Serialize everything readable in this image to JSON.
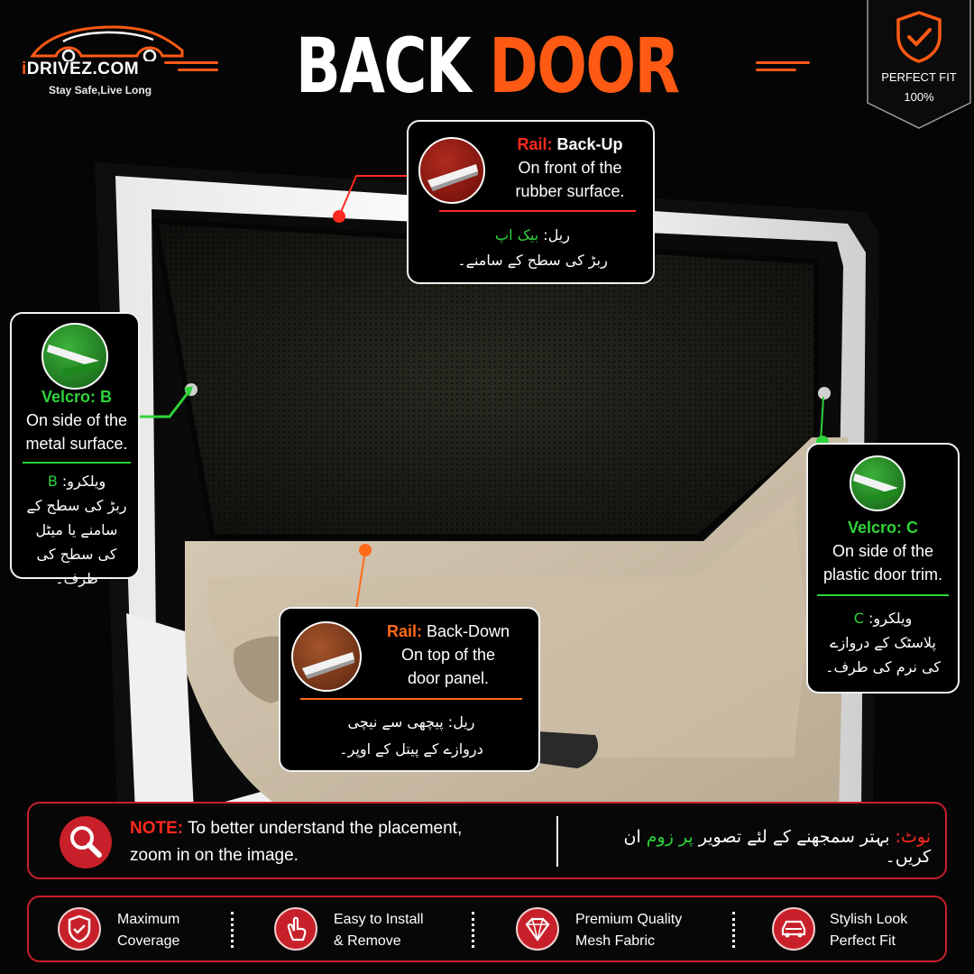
{
  "brand": {
    "name_prefix": "i",
    "name_rest": "DRIVEZ.COM",
    "tagline": "Stay Safe,Live Long"
  },
  "title": {
    "word1": "BACK",
    "word2": "DOOR"
  },
  "badge": {
    "line1": "PERFECT FIT",
    "line2": "100%",
    "icon": "shield-check-icon"
  },
  "callouts": {
    "rail_backup": {
      "label": "Rail:",
      "name": "Back-Up",
      "line1": "On front of the",
      "line2": "rubber surface.",
      "ur_prefix": "ریل:",
      "ur_highlight": "بیک اپ",
      "ur_line2": "ربڑ کی سطح کے سامنے۔"
    },
    "velcro_b": {
      "label": "Velcro: B",
      "line1": "On side of the",
      "line2": "metal surface.",
      "ur_prefix": "ویلکرو:",
      "ur_highlight": "B",
      "ur_line2": "ربڑ کی سطح کے",
      "ur_line3": "سامنے یا میٹل",
      "ur_line4": "کی سطح کی طرف۔"
    },
    "velcro_c": {
      "label": "Velcro: C",
      "line1": "On side of the",
      "line2": "plastic door trim.",
      "ur_prefix": "ویلکرو:",
      "ur_highlight": "C",
      "ur_line2": "پلاسٹک کے دروازے",
      "ur_line3": "کی نرم کی طرف۔"
    },
    "rail_backdown": {
      "label": "Rail:",
      "name": "Back-Down",
      "line1": "On top of the",
      "line2": "door panel.",
      "ur_line1": "ریل: پیچھی سے نیچی",
      "ur_line2": "دروازے کے پیتل کے اوپر۔"
    }
  },
  "note": {
    "label": "NOTE:",
    "text1": "To better understand the placement,",
    "text2": "zoom in on the image.",
    "ur_label": "نوٹ:",
    "ur_text1": "بہتر سمجھنے کے لئے تصویر",
    "ur_highlight": "پر زوم",
    "ur_text2": "ان کریں۔",
    "icon": "magnifier-icon"
  },
  "features": [
    {
      "line1": "Maximum",
      "line2": "Coverage",
      "icon": "shield-check-icon"
    },
    {
      "line1": "Easy to Install",
      "line2": "& Remove",
      "icon": "hand-tap-icon"
    },
    {
      "line1": "Premium Quality",
      "line2": "Mesh Fabric",
      "icon": "diamond-icon"
    },
    {
      "line1": "Stylish Look",
      "line2": "Perfect Fit",
      "icon": "car-icon"
    }
  ],
  "colors": {
    "accent_orange": "#ff5a14",
    "rail_red": "#ff2a1f",
    "velcro_green": "#2fd33a",
    "frame_red": "#c8202a"
  }
}
